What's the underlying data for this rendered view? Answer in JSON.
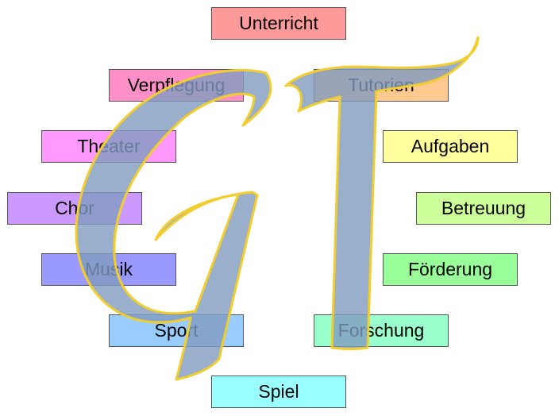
{
  "diagram": {
    "items": [
      {
        "label": "Unterricht",
        "color": "#ff9a9a"
      },
      {
        "label": "Verpflegung",
        "color": "#ff8fc8"
      },
      {
        "label": "Tutorien",
        "color": "#ffc98f"
      },
      {
        "label": "Theater",
        "color": "#ff99ff"
      },
      {
        "label": "Aufgaben",
        "color": "#ffff9e"
      },
      {
        "label": "Chor",
        "color": "#cc99ff"
      },
      {
        "label": "Betreuung",
        "color": "#ccff99"
      },
      {
        "label": "Musik",
        "color": "#9999ff"
      },
      {
        "label": "Förderung",
        "color": "#99ff99"
      },
      {
        "label": "Sport",
        "color": "#99ccff"
      },
      {
        "label": "Forschung",
        "color": "#99ffcc"
      },
      {
        "label": "Spiel",
        "color": "#99ffff"
      }
    ],
    "logo": {
      "letters": "GT",
      "fill_color": "#7f9bbf",
      "outline_color": "#f2cd2e"
    }
  }
}
